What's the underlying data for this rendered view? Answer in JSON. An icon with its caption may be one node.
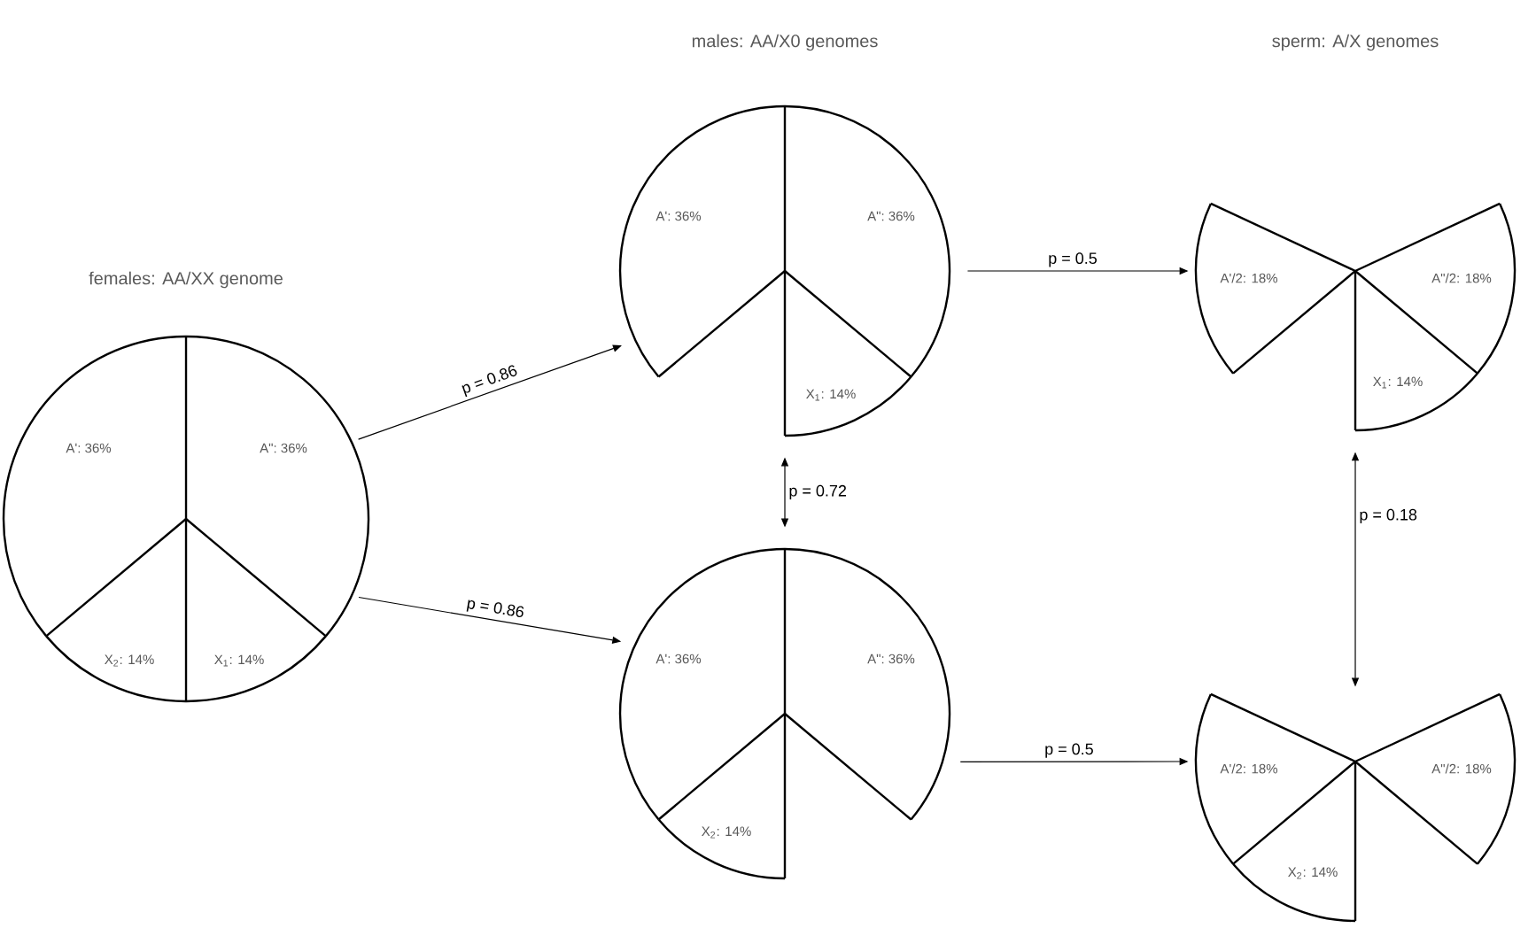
{
  "diagram": {
    "nodes": [
      {
        "text": [
          "A': 36%",
          "A\": 36%",
          "X$_{2}$: 14%",
          "X$_{1}$: 14%"
        ]
      },
      {
        "text": [
          "A': 36%",
          "A\": 36%",
          "X$_{1}$: 14%"
        ]
      },
      {
        "text": [
          "A': 36%",
          "A\": 36%",
          "X$_{2}$: 14%"
        ]
      },
      {
        "text": [
          "A'/2: 18%",
          "A\"/2: 18%",
          "X$_{1}$: 14%"
        ]
      },
      {
        "text": [
          "A'/2: 18%",
          "A\"/2: 18%",
          "X$_{2}$: 14%"
        ]
      }
    ],
    "edges": [
      {
        "from": 0,
        "to": 1,
        "arrow": "to",
        "label": "p = 0.86"
      },
      {
        "from": 0,
        "to": 2,
        "arrow": "to",
        "label": "p = 0.86"
      },
      {
        "from": 1,
        "to": 2,
        "arrow": "both",
        "label": "p = 0.72"
      },
      {
        "from": 1,
        "to": 3,
        "arrow": "to",
        "label": "p = 0.5"
      },
      {
        "from": 3,
        "to": 4,
        "arrow": "both",
        "label": "p = 0.18"
      },
      {
        "from": 2,
        "to": 4,
        "arrow": "to",
        "label": "p = 0.5"
      }
    ],
    "labels": [
      "females: AA/XX genome",
      "males: AA/X0 genomes",
      "sperm: A/X genomes"
    ]
  }
}
